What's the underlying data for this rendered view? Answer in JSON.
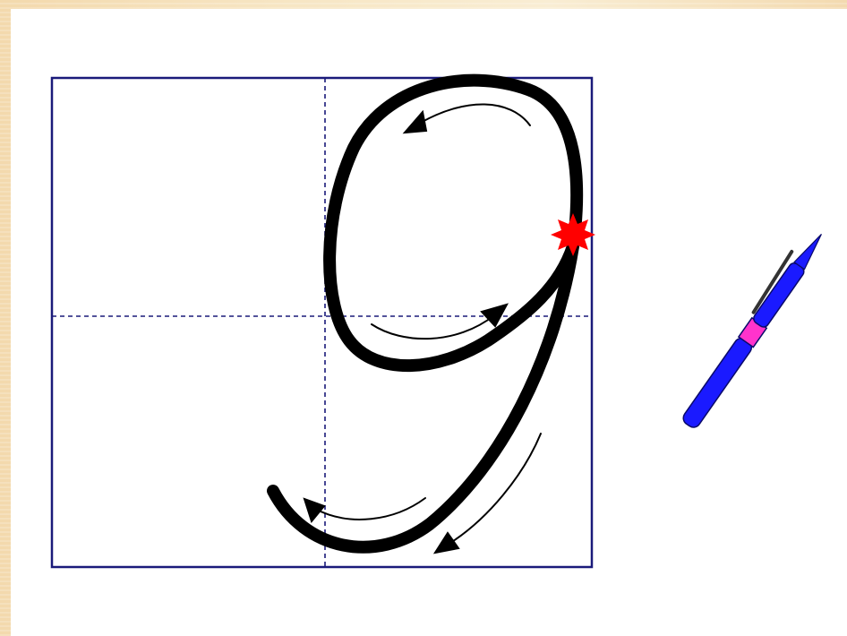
{
  "lesson": {
    "digit": "9",
    "stroke_color": "#000000",
    "start_marker_color": "#ff0000",
    "frame_color": "#1a1a7a",
    "guide_line_color": "#1a1a7a"
  },
  "pen": {
    "body_color": "#1a1aff",
    "grip_color": "#ff33cc",
    "clip_color": "#333333"
  },
  "guides": {
    "direction_arrows": [
      "counterclockwise-top-arrow",
      "rightward-inner-arrow",
      "downward-tail-arrow",
      "leftward-hook-arrow"
    ]
  }
}
